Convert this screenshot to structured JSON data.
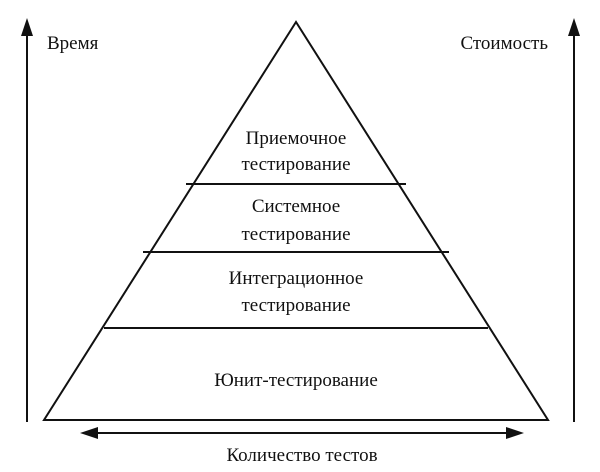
{
  "left_axis": {
    "label": "Время"
  },
  "right_axis": {
    "label": "Стоимость"
  },
  "bottom_axis": {
    "label": "Количество тестов"
  },
  "pyramid": {
    "levels": [
      {
        "id": "acceptance",
        "line1": "Приемочное",
        "line2": "тестирование"
      },
      {
        "id": "system",
        "line1": "Системное",
        "line2": "тестирование"
      },
      {
        "id": "integration",
        "line1": "Интеграционное",
        "line2": "тестирование"
      },
      {
        "id": "unit",
        "line1": "Юнит-тестирование",
        "line2": ""
      }
    ]
  },
  "colors": {
    "ink": "#111111",
    "background": "#ffffff"
  }
}
